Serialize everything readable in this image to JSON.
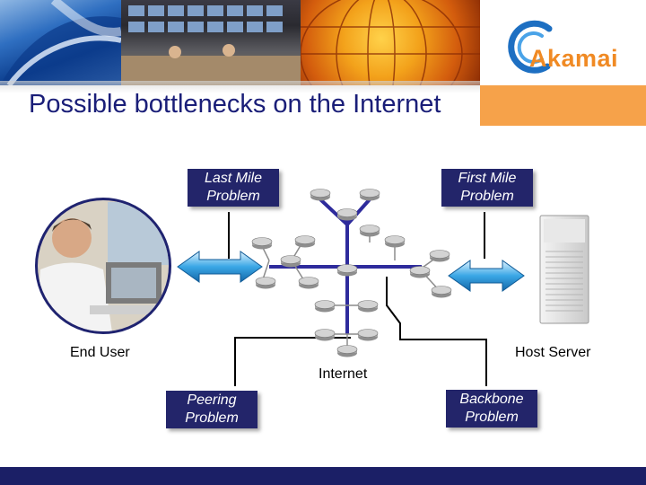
{
  "slide": {
    "title": "Possible bottlenecks on the Internet"
  },
  "brand": {
    "logo_text": "Akamai",
    "logo_color": "#f08a24",
    "accent_blue": "#1b1f66"
  },
  "diagram": {
    "callouts": {
      "last_mile": "Last Mile Problem",
      "first_mile": "First Mile Problem",
      "peering": "Peering Problem",
      "backbone": "Backbone Problem"
    },
    "labels": {
      "end_user": "End User",
      "host_server": "Host Server",
      "internet": "Internet"
    },
    "link_color": "#2e2b9c"
  }
}
